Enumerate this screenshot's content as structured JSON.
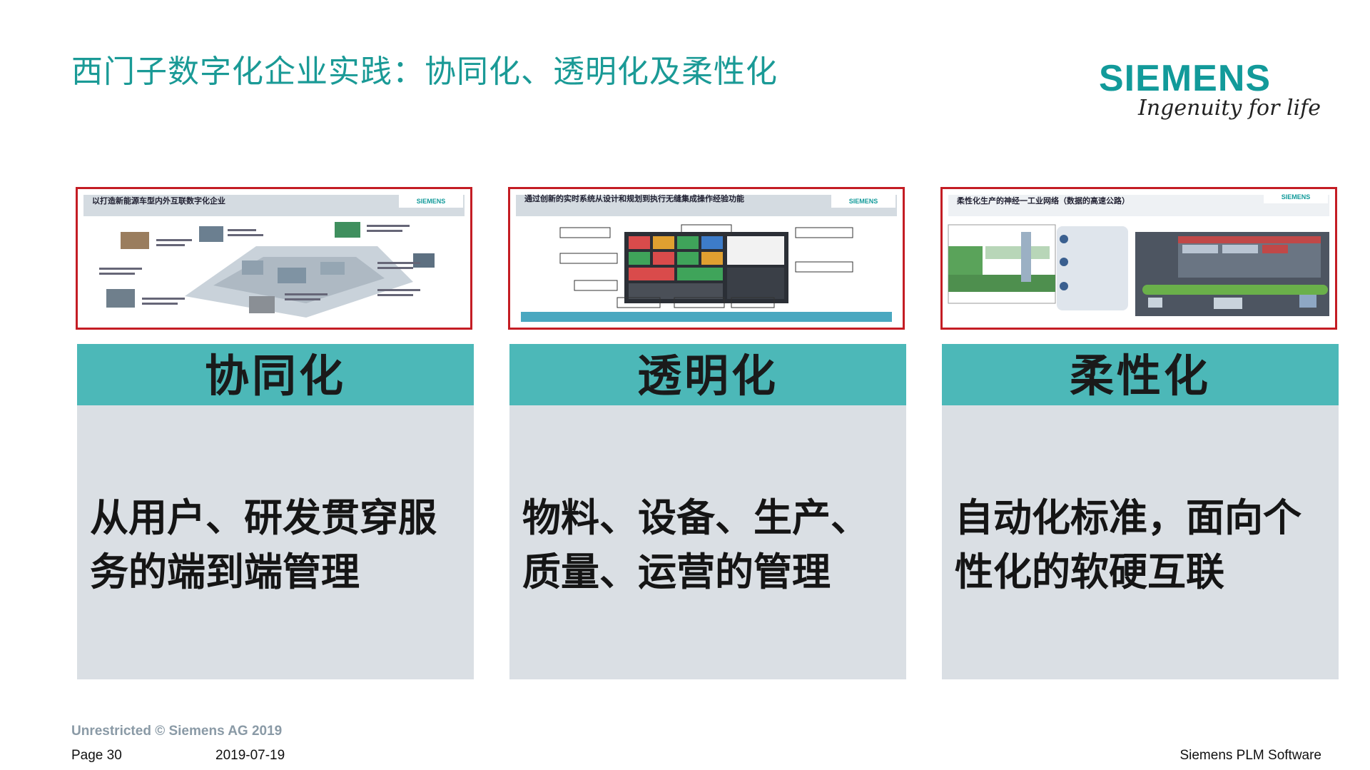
{
  "slide": {
    "title": "西门子数字化企业实践：协同化、透明化及柔性化",
    "logo": {
      "word": "SIEMENS",
      "tagline": "Ingenuity for life"
    }
  },
  "columns": [
    {
      "thumbnail_title": "以打造新能源车型内外互联数字化企业",
      "thumbnail_logo": "SIEMENS",
      "header": "协同化",
      "text": "从用户、研发贯穿服务的端到端管理"
    },
    {
      "thumbnail_title": "通过创新的实时系统从设计和规划到执行无缝集成操作经验功能",
      "thumbnail_logo": "SIEMENS",
      "header": "透明化",
      "text": "物料、设备、生产、质量、运营的管理"
    },
    {
      "thumbnail_title": "柔性化生产的神经一工业网络（数据的高速公路）",
      "thumbnail_logo": "SIEMENS",
      "header": "柔性化",
      "text": "自动化标准，面向个性化的软硬互联"
    }
  ],
  "footer": {
    "classification": "Unrestricted © Siemens AG 2019",
    "page": "Page 30",
    "date": "2019-07-19",
    "brand": "Siemens PLM Software"
  },
  "colors": {
    "teal": "#4cb8b8",
    "title_teal": "#1a9a96",
    "red_border": "#c41d24",
    "panel_gray": "#dadfe4"
  }
}
